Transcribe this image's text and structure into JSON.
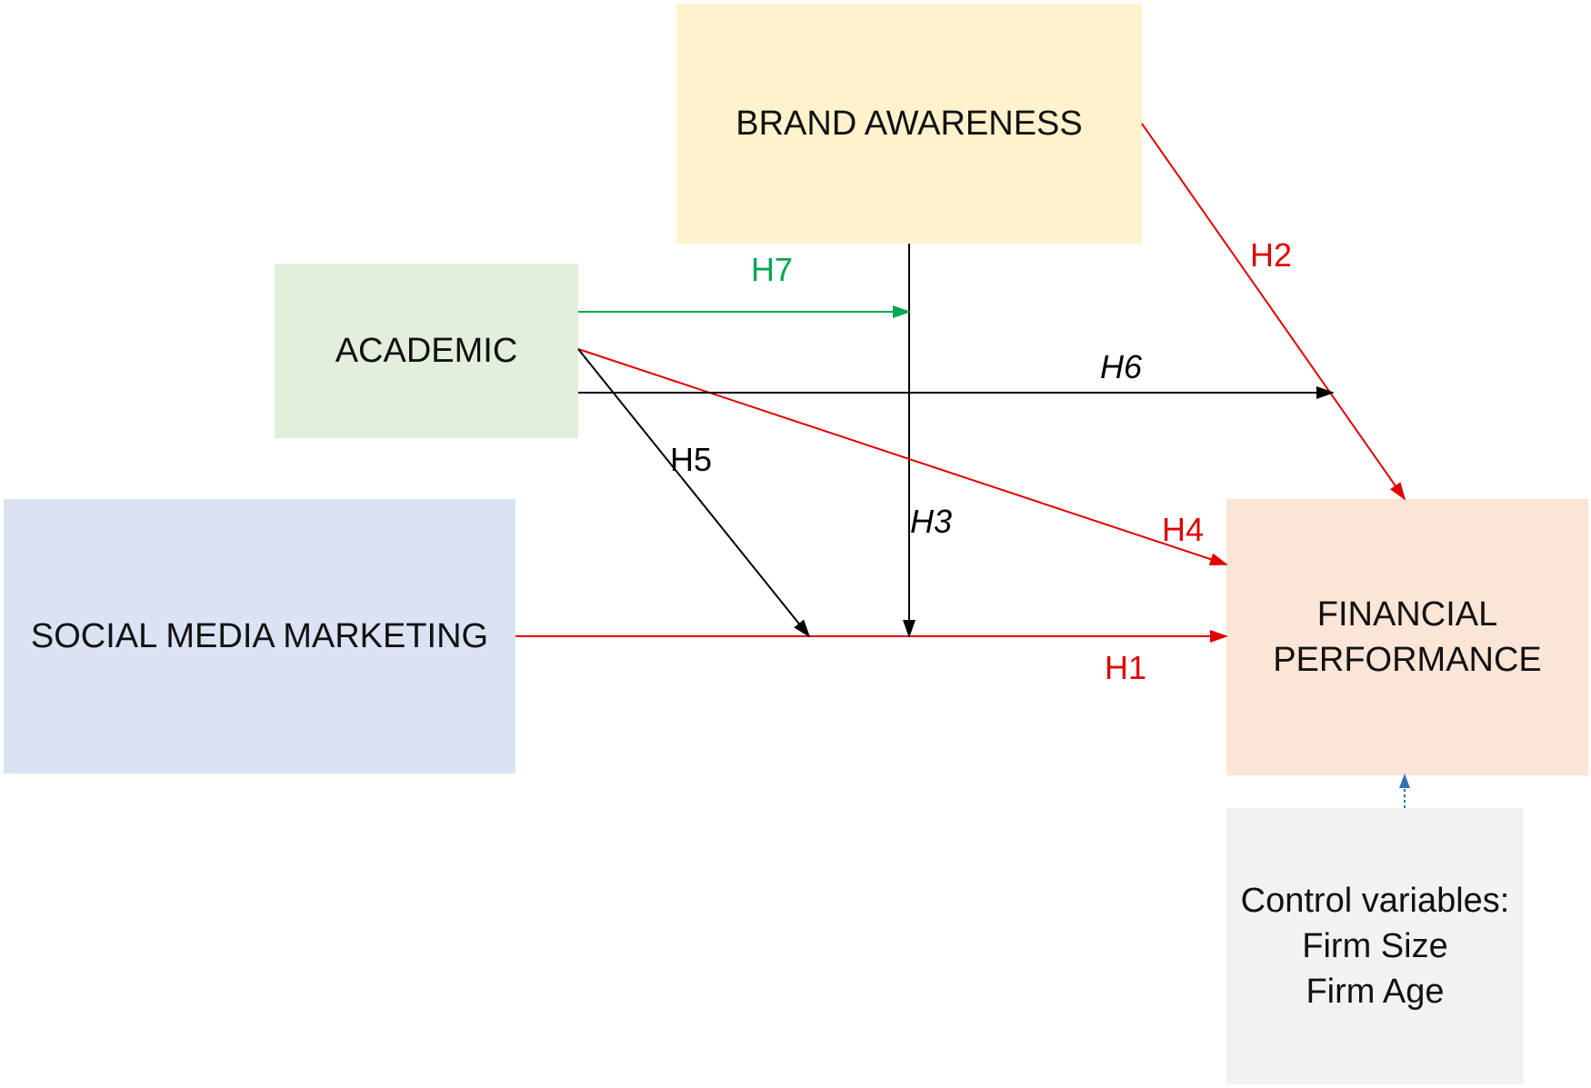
{
  "nodes": {
    "brand_awareness": {
      "label": "BRAND AWARENESS",
      "fill": "#fff2cc"
    },
    "academic": {
      "label": "ACADEMIC",
      "fill": "#e2efda"
    },
    "social_media_marketing": {
      "label": "SOCIAL MEDIA MARKETING",
      "fill": "#dae3f3"
    },
    "financial_performance": {
      "line1": "FINANCIAL",
      "line2": "PERFORMANCE",
      "fill": "#fbe5d6"
    },
    "control_variables": {
      "line1": "Control variables:",
      "line2": "Firm Size",
      "line3": "Firm Age",
      "fill": "#f2f2f2"
    }
  },
  "hypotheses": {
    "h1": {
      "label": "H1",
      "color": "#e00000"
    },
    "h2": {
      "label": "H2",
      "color": "#e00000"
    },
    "h3": {
      "label": "H3",
      "color": "#000000"
    },
    "h4": {
      "label": "H4",
      "color": "#e00000"
    },
    "h5": {
      "label": "H5",
      "color": "#000000"
    },
    "h6": {
      "label": "H6",
      "color": "#000000"
    },
    "h7": {
      "label": "H7",
      "color": "#00a651"
    }
  },
  "control_link_color": "#2e75b6"
}
